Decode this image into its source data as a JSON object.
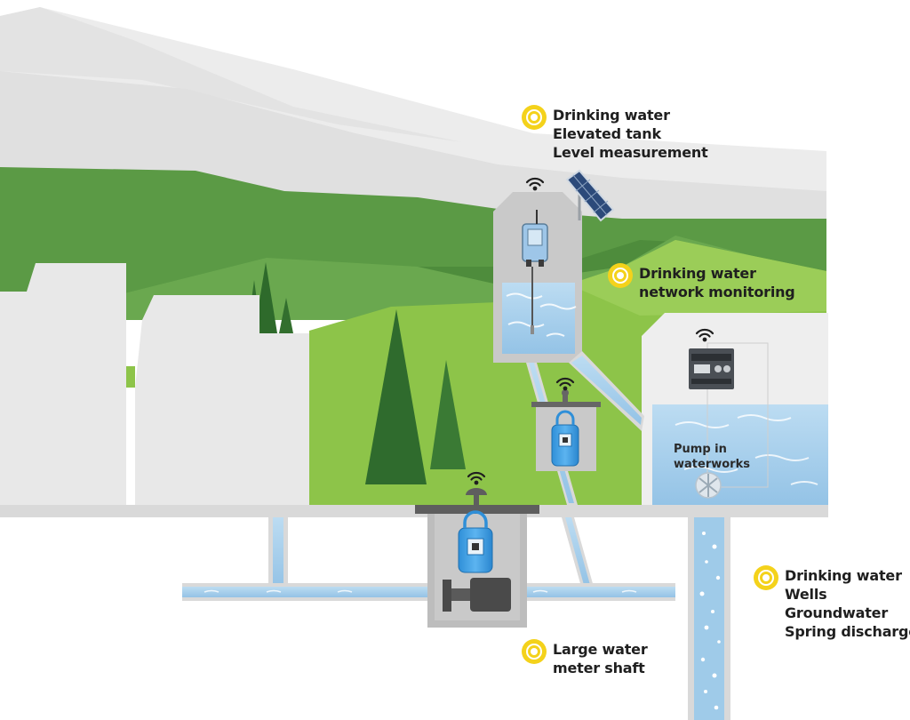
{
  "callouts": {
    "elevated_tank": {
      "lines": [
        "Drinking water",
        "Elevated tank",
        "Level measurement"
      ]
    },
    "network": {
      "lines": [
        "Drinking water",
        "network monitoring"
      ]
    },
    "wells": {
      "lines": [
        "Drinking water",
        "Wells",
        "Groundwater",
        "Spring discharge"
      ]
    },
    "meter_shaft": {
      "lines": [
        "Large water",
        "meter shaft"
      ]
    }
  },
  "pump_label": {
    "lines": [
      "Pump in",
      "waterworks"
    ]
  },
  "colors": {
    "bullet": "#f4d21b",
    "water": "#a9cdea",
    "ground": "#d9d9d9",
    "forest_dark": "#3f7d36",
    "meadow": "#8dc449"
  }
}
